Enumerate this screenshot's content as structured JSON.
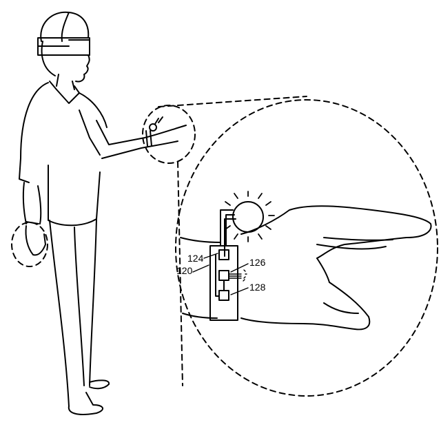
{
  "figure": {
    "type": "patent-drawing",
    "description": "Person wearing head-mounted display with outstretched hand; magnified view of wrist-worn device with light emitter",
    "labels": [
      {
        "id": "device",
        "text": "120"
      },
      {
        "id": "component-1",
        "text": "124"
      },
      {
        "id": "component-2",
        "text": "126"
      },
      {
        "id": "component-3",
        "text": "128"
      }
    ]
  }
}
